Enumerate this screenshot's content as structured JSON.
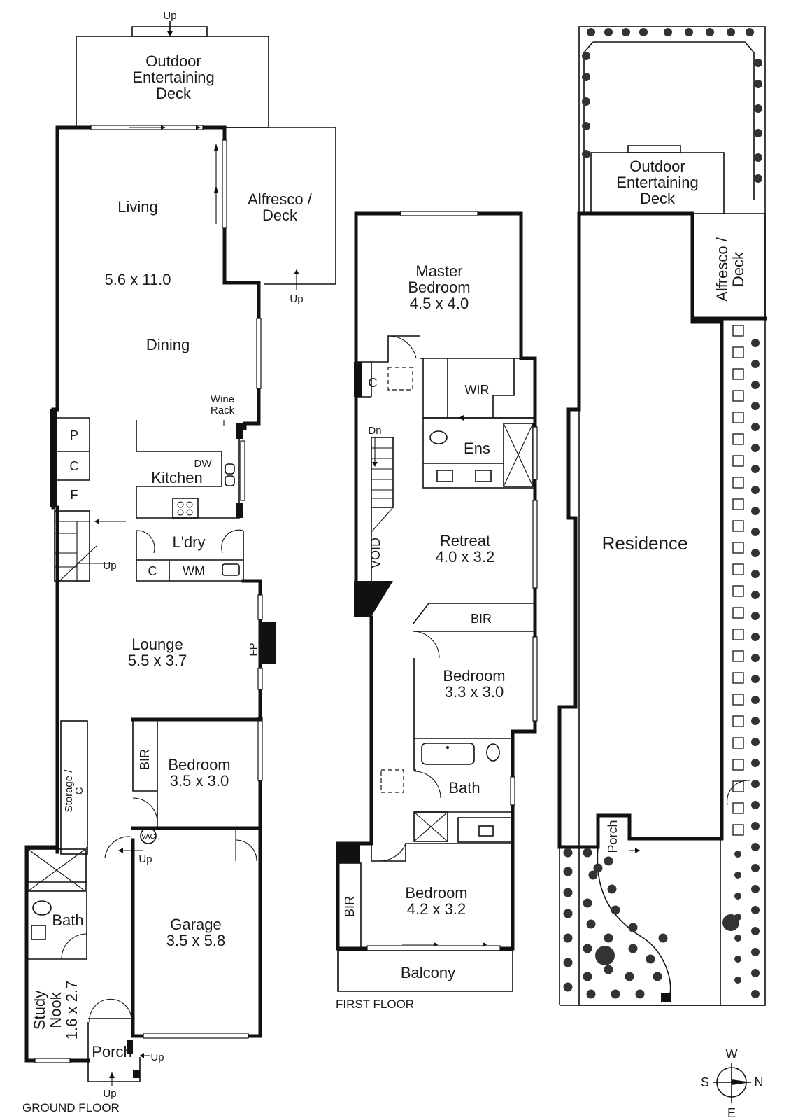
{
  "ground_floor": {
    "label": "GROUND FLOOR",
    "rooms": {
      "outdoor_deck": [
        "Outdoor",
        "Entertaining",
        "Deck"
      ],
      "living": "Living",
      "living_size": "5.6 x 11.0",
      "dining": "Dining",
      "alfresco": [
        "Alfresco /",
        "Deck"
      ],
      "wine_rack": [
        "Wine",
        "Rack"
      ],
      "pantry": "P",
      "cupboard": "C",
      "fridge": "F",
      "dishwasher": "DW",
      "kitchen": "Kitchen",
      "laundry": "L'dry",
      "laundry_cupboard": "C",
      "washing_machine": "WM",
      "lounge": "Lounge",
      "lounge_size": "5.5 x 3.7",
      "fireplace": "FP",
      "storage": [
        "Storage /",
        "C"
      ],
      "bir": "BIR",
      "bedroom": "Bedroom",
      "bedroom_size": "3.5 x 3.0",
      "vac": "VAC",
      "bath": "Bath",
      "study": [
        "Study",
        "Nook",
        "1.6 x 2.7"
      ],
      "garage": "Garage",
      "garage_size": "3.5 x 5.8",
      "porch": "Porch"
    },
    "up_labels": [
      "Up",
      "Up",
      "Up",
      "Up",
      "Up",
      "Up"
    ]
  },
  "first_floor": {
    "label": "FIRST FLOOR",
    "rooms": {
      "master": "Master",
      "master_2": "Bedroom",
      "master_size": "4.5 x 4.0",
      "cupboard": "C",
      "wir": "WIR",
      "down": "Dn",
      "ensuite": "Ens",
      "void": "VOID",
      "retreat": "Retreat",
      "retreat_size": "4.0 x 3.2",
      "bir": "BIR",
      "bedroom2": "Bedroom",
      "bedroom2_size": "3.3 x 3.0",
      "bath": "Bath",
      "bir2": "BIR",
      "bedroom3": "Bedroom",
      "bedroom3_size": "4.2 x 3.2",
      "balcony": "Balcony"
    }
  },
  "site_plan": {
    "deck": [
      "Outdoor",
      "Entertaining",
      "Deck"
    ],
    "alfresco": [
      "Alfresco /",
      "Deck"
    ],
    "residence": "Residence",
    "porch": "Porch"
  },
  "compass": {
    "north": "N",
    "south": "S",
    "east": "E",
    "west": "W"
  }
}
